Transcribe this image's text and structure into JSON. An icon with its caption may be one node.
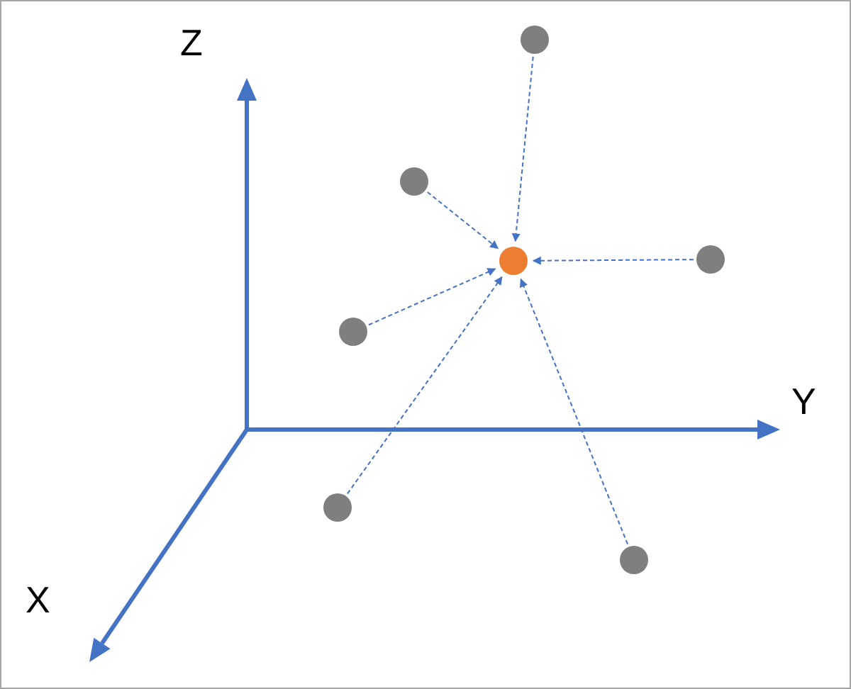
{
  "diagram": {
    "nodes": [
      {
        "text": [],
        "shape": "circle"
      },
      {
        "text": [],
        "shape": "circle"
      },
      {
        "text": [],
        "shape": "circle"
      },
      {
        "text": [],
        "shape": "circle"
      },
      {
        "text": [],
        "shape": "circle"
      },
      {
        "text": [],
        "shape": "circle"
      },
      {
        "text": [],
        "shape": "circle"
      }
    ],
    "edges": [
      {
        "from": 0,
        "to": 2,
        "arrow": "to",
        "style": "dashed"
      },
      {
        "from": 1,
        "to": 2,
        "arrow": "to",
        "style": "dashed"
      },
      {
        "from": 3,
        "to": 2,
        "arrow": "to",
        "style": "dashed"
      },
      {
        "from": 4,
        "to": 2,
        "arrow": "to",
        "style": "dashed"
      },
      {
        "from": 5,
        "to": 2,
        "arrow": "to",
        "style": "dashed"
      },
      {
        "from": 6,
        "to": 2,
        "arrow": "to",
        "style": "dashed"
      }
    ],
    "labels": [
      "Z",
      "Y",
      "X"
    ]
  }
}
